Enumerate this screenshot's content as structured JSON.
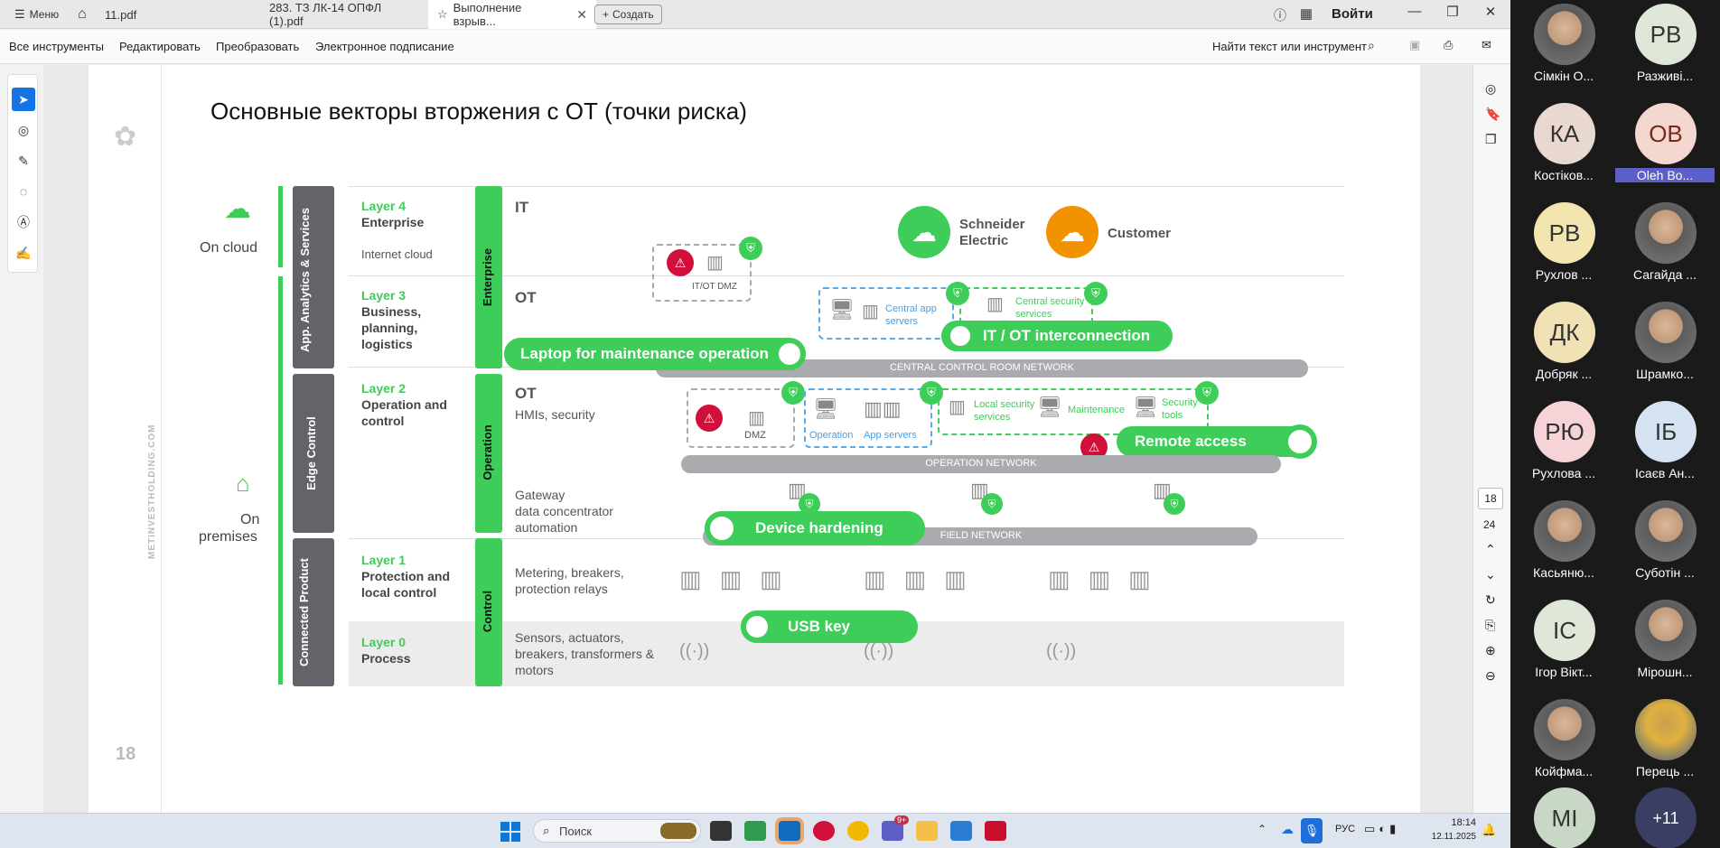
{
  "tabs": {
    "menu_label": "Меню",
    "tab1": "11.pdf",
    "tab2": "283. ТЗ ЛК-14 ОПФЛ (1).pdf",
    "tab3": "Выполнение взрыв...",
    "create_label": "Создать",
    "signin_label": "Войти"
  },
  "toolbar": {
    "all_tools": "Все инструменты",
    "edit": "Редактировать",
    "convert": "Преобразовать",
    "esign": "Электронное подписание",
    "find": "Найти текст или инструмент"
  },
  "slide": {
    "title": "Основные векторы вторжения с ОТ (точки риска)",
    "watermark": "METINVESTHOLDING.COM",
    "page_number": "18",
    "on_cloud": "On cloud",
    "on_premises_1": "On",
    "on_premises_2": "premises",
    "col_app": "App. Analytics & Services",
    "col_edge": "Edge Control",
    "col_connected": "Connected Product",
    "col_enterprise": "Enterprise",
    "col_operation": "Operation",
    "col_control": "Control",
    "layer4_title": "Layer 4",
    "layer4_sub": "Enterprise",
    "layer4_internet": "Internet cloud",
    "layer3_title": "Layer 3",
    "layer3_sub1": "Business,",
    "layer3_sub2": "planning,",
    "layer3_sub3": "logistics",
    "layer2_title": "Layer 2",
    "layer2_sub1": "Operation and",
    "layer2_sub2": "control",
    "layer1_title": "Layer 1",
    "layer1_sub1": "Protection and",
    "layer1_sub2": "local control",
    "layer0_title": "Layer 0",
    "layer0_sub": "Process",
    "it_label": "IT",
    "ot_label": "OT",
    "ot2_label": "OT",
    "hmis": "HMIs, security",
    "gateway1": "Gateway",
    "gateway2": "data concentrator",
    "gateway3": "automation",
    "metering1": "Metering, breakers,",
    "metering2": "protection relays",
    "sensors1": "Sensors, actuators,",
    "sensors2": "breakers, transformers &",
    "sensors3": "motors",
    "schneider1": "Schneider",
    "schneider2": "Electric",
    "customer": "Customer",
    "itot_dmz": "IT/OT DMZ",
    "central_app1": "Central app",
    "central_app2": "servers",
    "central_sec1": "Central security",
    "central_sec2": "services",
    "dmz": "DMZ",
    "operation": "Operation",
    "app_servers": "App servers",
    "local_sec1": "Local security",
    "local_sec2": "services",
    "maintenance": "Maintenance",
    "security_tools1": "Security",
    "security_tools2": "tools",
    "laptop_pill": "Laptop for maintenance operation",
    "itot_pill": "IT / OT interconnection",
    "remote_pill": "Remote access",
    "device_pill": "Device hardening",
    "usb_pill": "USB key",
    "ccr_network": "CENTRAL CONTROL ROOM NETWORK",
    "op_network": "OPERATION NETWORK",
    "field_network": "FIELD NETWORK"
  },
  "right_strip": {
    "page_current": "18",
    "page_total": "24"
  },
  "participants": [
    {
      "initials": "",
      "name": "Сімкін О..."
    },
    {
      "initials": "PB",
      "name": "Разживі..."
    },
    {
      "initials": "КА",
      "name": "Костіков..."
    },
    {
      "initials": "ОВ",
      "name": "Oleh Bo..."
    },
    {
      "initials": "PB",
      "name": "Рухлов ..."
    },
    {
      "initials": "",
      "name": "Сагайда ..."
    },
    {
      "initials": "ДК",
      "name": "Добряк ..."
    },
    {
      "initials": "",
      "name": "Шрамко..."
    },
    {
      "initials": "РЮ",
      "name": "Рухлова ..."
    },
    {
      "initials": "ІБ",
      "name": "Ісаєв Ан..."
    },
    {
      "initials": "",
      "name": "Касьяню..."
    },
    {
      "initials": "",
      "name": "Суботін ..."
    },
    {
      "initials": "ІС",
      "name": "Ігор Вікт..."
    },
    {
      "initials": "",
      "name": "Мірошн..."
    },
    {
      "initials": "",
      "name": "Койфма..."
    },
    {
      "initials": "",
      "name": "Перець ..."
    },
    {
      "initials": "MI",
      "name": ""
    },
    {
      "initials": "+11",
      "name": ""
    }
  ],
  "taskbar": {
    "search": "Поиск",
    "lang": "РУС",
    "time": "18:14",
    "date": "12.11.2025",
    "teams_badge": "9+"
  },
  "colors": {
    "green": "#3dcd58",
    "orange": "#f39200",
    "red": "#d0103a",
    "dark": "#626469"
  }
}
